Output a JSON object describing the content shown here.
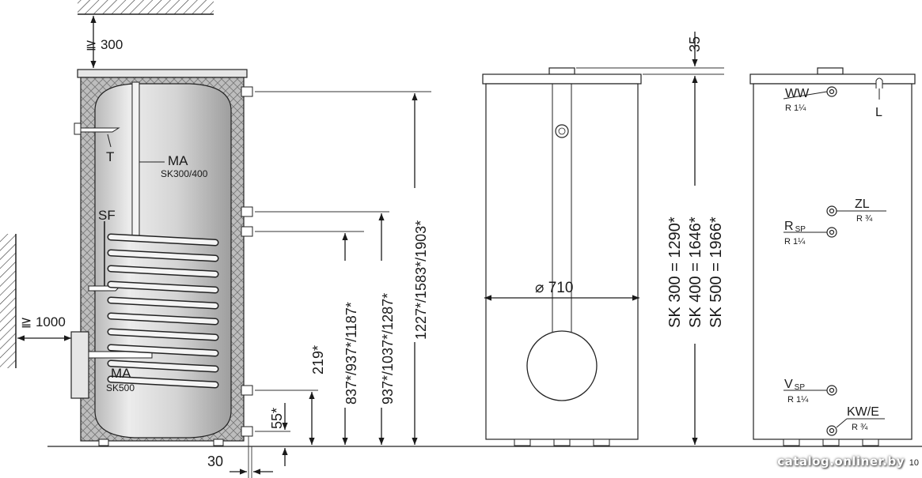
{
  "clearance": {
    "top": "≧ 300",
    "side": "≧ 1000"
  },
  "side_view": {
    "T": "T",
    "MA": "MA",
    "MA_top_note": "SK300/400",
    "SF": "SF",
    "MA_bottom_note": "SK500"
  },
  "dimensions": {
    "d30": "30",
    "d55": "55*",
    "d219": "219*",
    "d837": "837*/937*/1187*",
    "d937": "937*/1037*/1287*",
    "d1227": "1227*/1583*/1903*",
    "d35": "35",
    "diameter": "⌀ 710",
    "height_300": "SK 300 = 1290*",
    "height_400": "SK 400 = 1646*",
    "height_500": "SK 500 = 1966*"
  },
  "back_view": {
    "WW": "WW",
    "WW_r": "R 1¼",
    "L": "L",
    "ZL": "ZL",
    "ZL_r": "R ¾",
    "RSP_main": "R",
    "RSP_sub": "SP",
    "RSP_r": "R 1¼",
    "VSP_main": "V",
    "VSP_sub": "SP",
    "VSP_r": "R 1¼",
    "KW": "KW/E",
    "KW_r": "R ¾"
  },
  "watermark": "catalog.onliner.by",
  "drawing_code": "10"
}
